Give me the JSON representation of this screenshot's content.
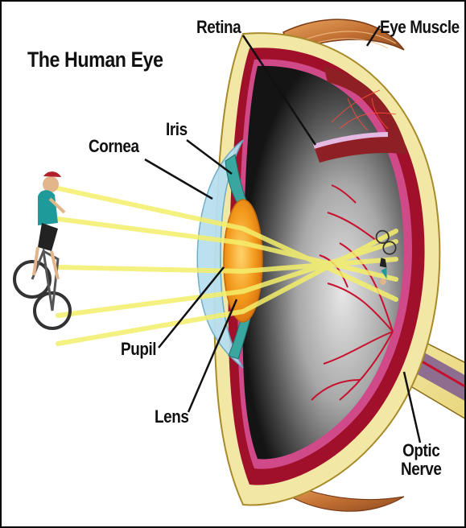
{
  "title": "The Human Eye",
  "labels": {
    "retina": "Retina",
    "eye_muscle": "Eye Muscle",
    "iris": "Iris",
    "cornea": "Cornea",
    "pupil": "Pupil",
    "lens": "Lens",
    "optic_nerve": "Optic\nNerve"
  },
  "colors": {
    "light_rays": "#f4ef6a",
    "sclera": "#f3e7a6",
    "choroid": "#a0102a",
    "vitreous_dark": "#1e1e1e",
    "vitreous_light": "#d9d9d9",
    "lens": "#f39a1c",
    "cornea": "#b8dff0",
    "iris": "#3aa6a0",
    "retina_vessels": "#c8102e",
    "muscle": "#c87a3a"
  },
  "icons": [
    "cyclist-illustration",
    "inverted-cyclist-image"
  ]
}
